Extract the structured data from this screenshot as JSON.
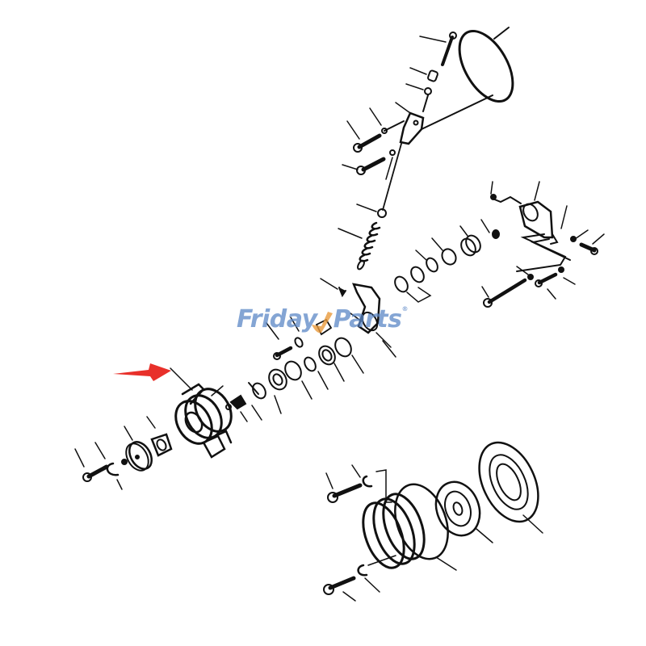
{
  "diagram": {
    "type": "exploded-parts-view",
    "subject": "clutch / pulley assembly",
    "highlighted_part": "tensioner pulley with bracket (indicated by red arrow)",
    "colors": {
      "line": "#111111",
      "arrow": "#e8302a",
      "watermark_blue": "#5b87c6",
      "watermark_orange": "#e89a3c",
      "background": "#ffffff"
    }
  },
  "watermark": {
    "text_part1": "Friday",
    "text_part2": "Parts",
    "registered": "®"
  }
}
